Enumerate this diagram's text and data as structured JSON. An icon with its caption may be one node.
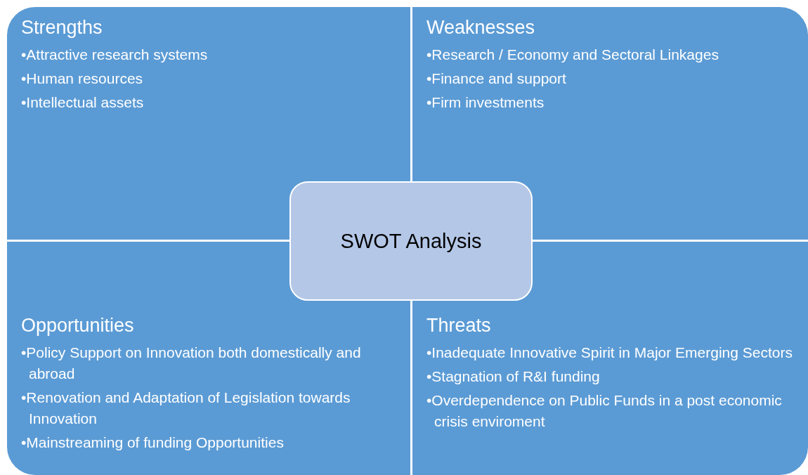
{
  "diagram": {
    "nodes": [
      {
        "text": [
          "Strengths",
          "•Attractive research systems",
          "•Human resources",
          "•Intellectual assets"
        ]
      },
      {
        "text": [
          "Weaknesses",
          "•Research / Economy and Sectoral Linkages",
          "•Finance and support",
          "•Firm investments"
        ]
      },
      {
        "text": [
          "Opportunities",
          "•Policy Support on Innovation both domestically and abroad",
          "•Renovation and Adaptation of Legislation towards Innovation",
          "•Mainstreaming of funding Opportunities"
        ]
      },
      {
        "text": [
          "Threats",
          "•Inadequate Innovative Spirit in Major Emerging Sectors",
          "•Stagnation of R&I funding",
          "•Overdependence on Public Funds in a post economic crisis enviroment"
        ]
      },
      {
        "text": [
          "SWOT Analysis"
        ]
      }
    ]
  }
}
